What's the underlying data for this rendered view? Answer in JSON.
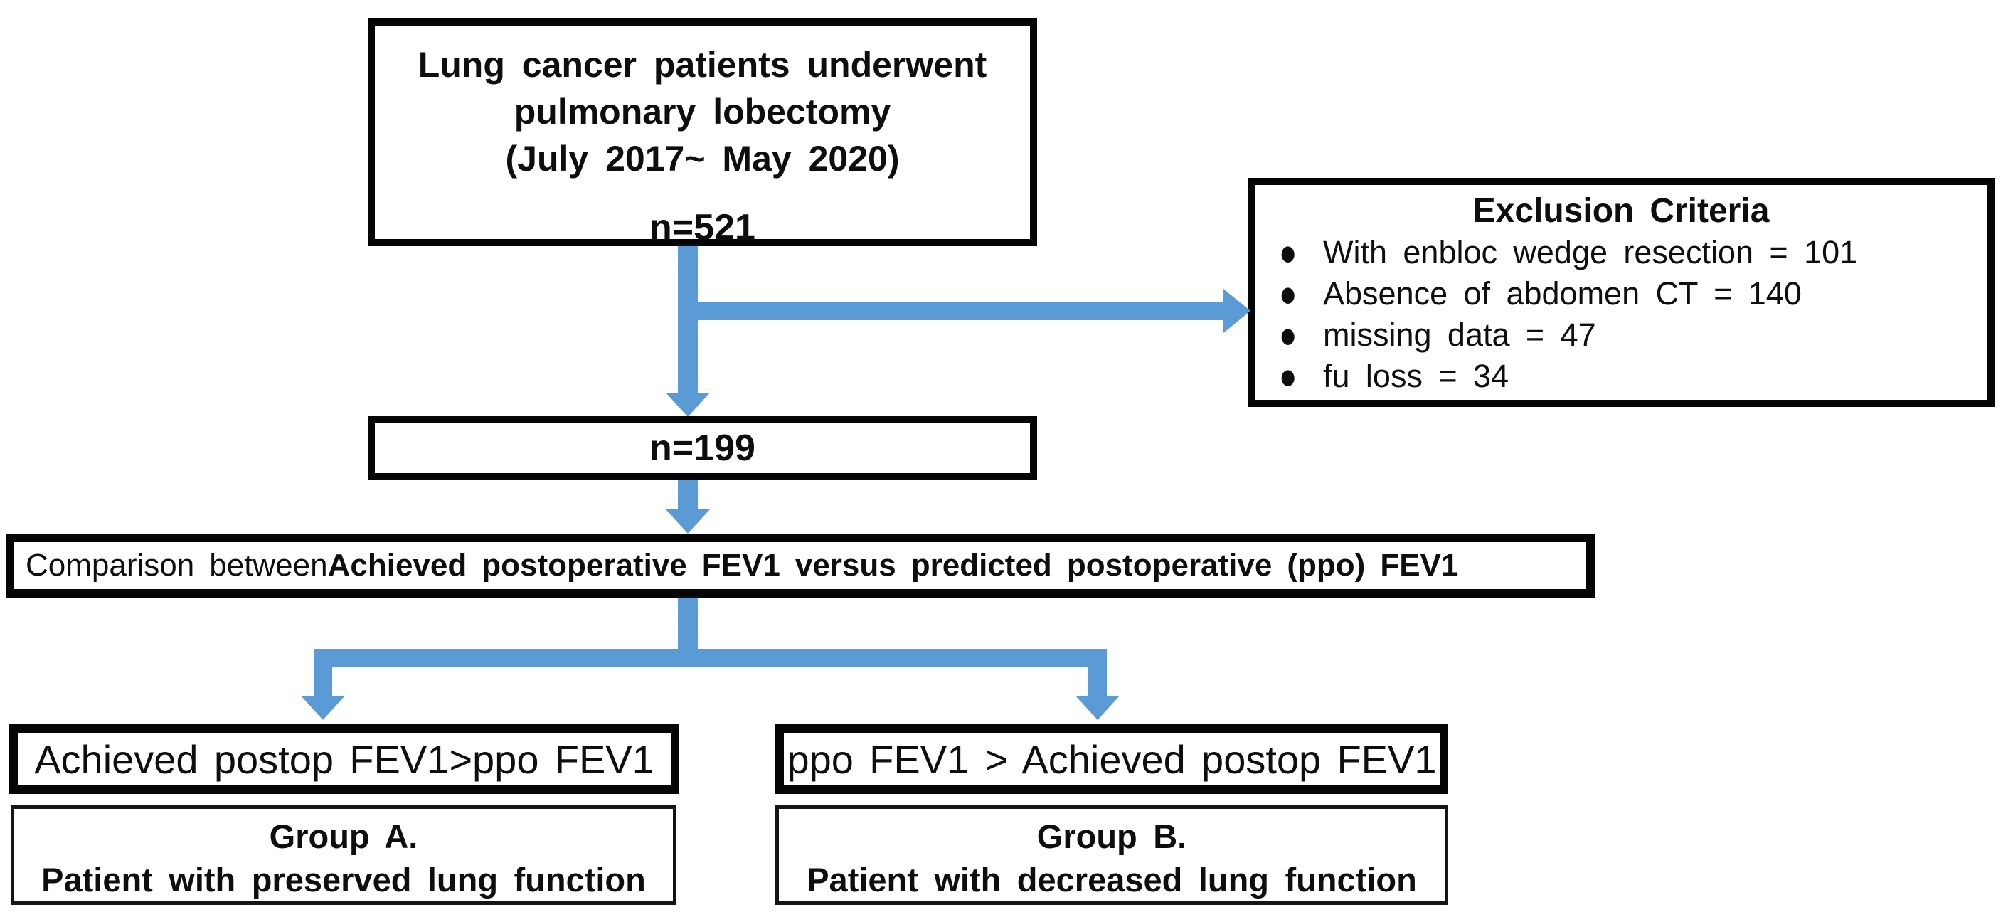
{
  "colors": {
    "arrow": "#5b9bd5",
    "box_border": "#000000",
    "text": "#0e0e0e",
    "background": "#ffffff"
  },
  "flow": {
    "initial": {
      "line1": "Lung cancer patients underwent",
      "line2": "pulmonary lobectomy",
      "line3": "(July 2017~ May 2020)",
      "count": "n=521"
    },
    "exclusion": {
      "title": "Exclusion Criteria",
      "bullet": "●",
      "items": [
        "With enbloc wedge resection = 101",
        "Absence of abdomen CT = 140",
        "missing data = 47",
        "fu loss = 34"
      ]
    },
    "included": {
      "count": "n=199"
    },
    "comparison": {
      "prefix": "Comparison between ",
      "emphasis": "Achieved postoperative FEV1 versus predicted postoperative (ppo) FEV1"
    },
    "branch_left": {
      "condition": "Achieved postop FEV1>ppo FEV1",
      "group_title": "Group A.",
      "group_desc": "Patient with preserved lung function"
    },
    "branch_right": {
      "condition": "ppo FEV1 > Achieved postop FEV1",
      "group_title": "Group B.",
      "group_desc": "Patient with decreased lung function"
    }
  }
}
